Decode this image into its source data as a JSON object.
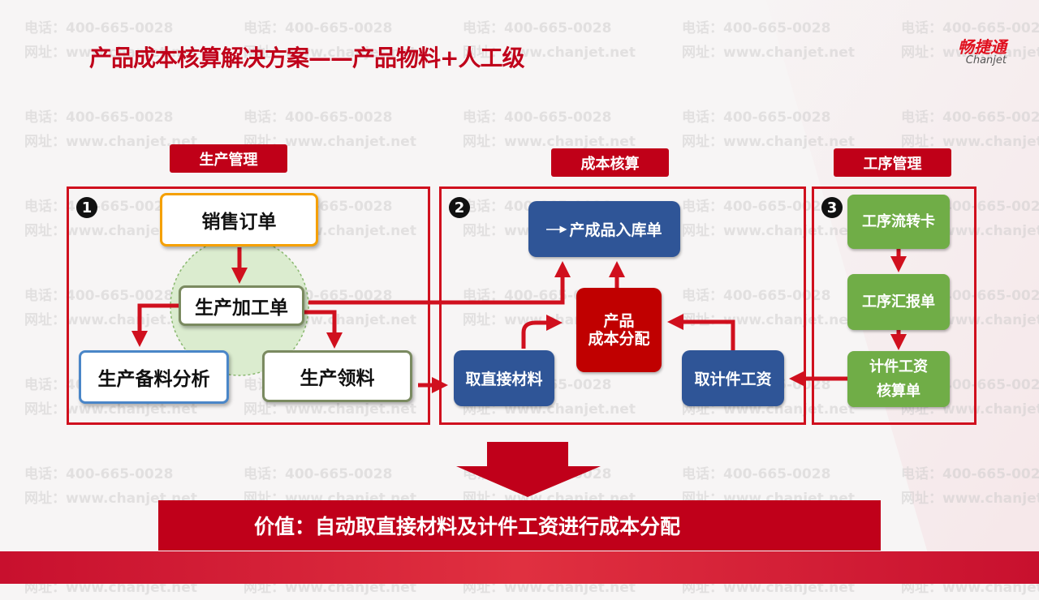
{
  "watermark": {
    "phone": "电话：400-665-0028",
    "site": "网址：www.chanjet.net"
  },
  "title": "产品成本核算解决方案——产品物料+人工级",
  "logo": {
    "cn": "畅捷通",
    "en": "Chanjet"
  },
  "sections": {
    "production": "生产管理",
    "costing": "成本核算",
    "process": "工序管理"
  },
  "numbers": [
    "❶",
    "❷",
    "❸"
  ],
  "production": {
    "sales_order": "销售订单",
    "work_order": "生产加工单",
    "material_analysis": "生产备料分析",
    "material_issue": "生产领料"
  },
  "costing": {
    "finished_goods": "产成品入库单",
    "cost_allocation_1": "产品",
    "cost_allocation_2": "成本分配",
    "direct_material": "取直接材料",
    "piece_wage": "取计件工资"
  },
  "process": {
    "flow_card": "工序流转卡",
    "report": "工序汇报单",
    "wage_calc_1": "计件工资",
    "wage_calc_2": "核算单"
  },
  "value": "价值：自动取直接材料及计件工资进行成本分配",
  "colors": {
    "red": "#c0001a",
    "blue": "#2f5597",
    "green": "#70ad47",
    "orange": "#f5a000"
  }
}
